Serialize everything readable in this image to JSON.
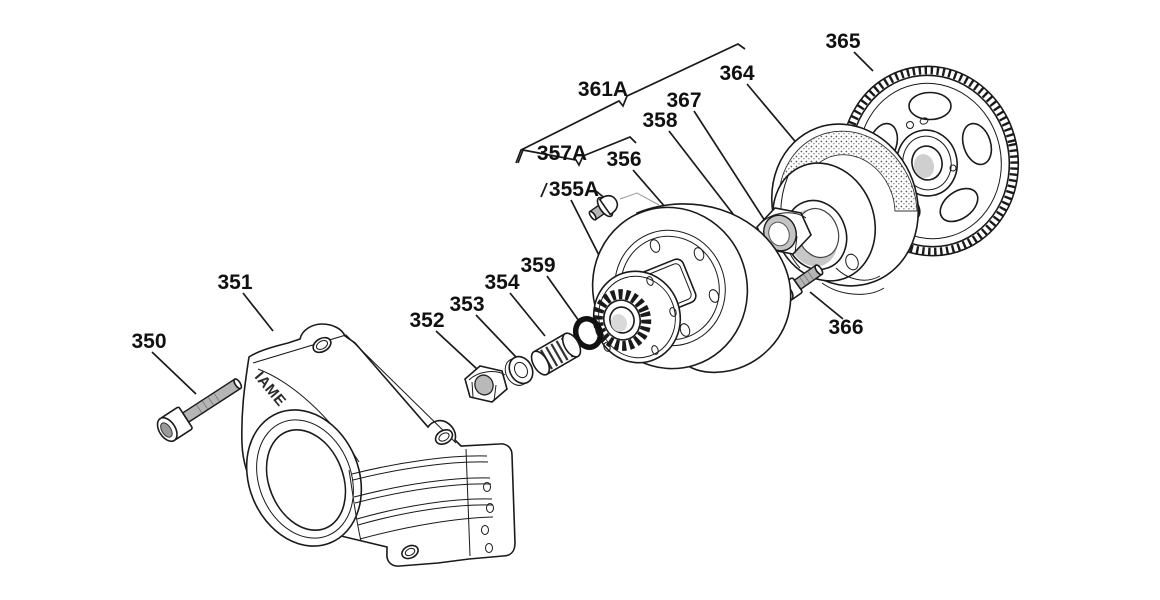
{
  "diagram": {
    "background": "#ffffff",
    "line_color": "#1a1a1a",
    "metal_fill": "#b5b5b5",
    "oring_color": "#111111",
    "logo_text": "IAME",
    "labels": {
      "n350": "350",
      "n351": "351",
      "n352": "352",
      "n353": "353",
      "n354": "354",
      "n355A": "355A",
      "n356": "356",
      "n357A": "357A",
      "n358": "358",
      "n359": "359",
      "n361A": "361A",
      "n364": "364",
      "n365": "365",
      "n366": "366",
      "n367": "367"
    }
  }
}
